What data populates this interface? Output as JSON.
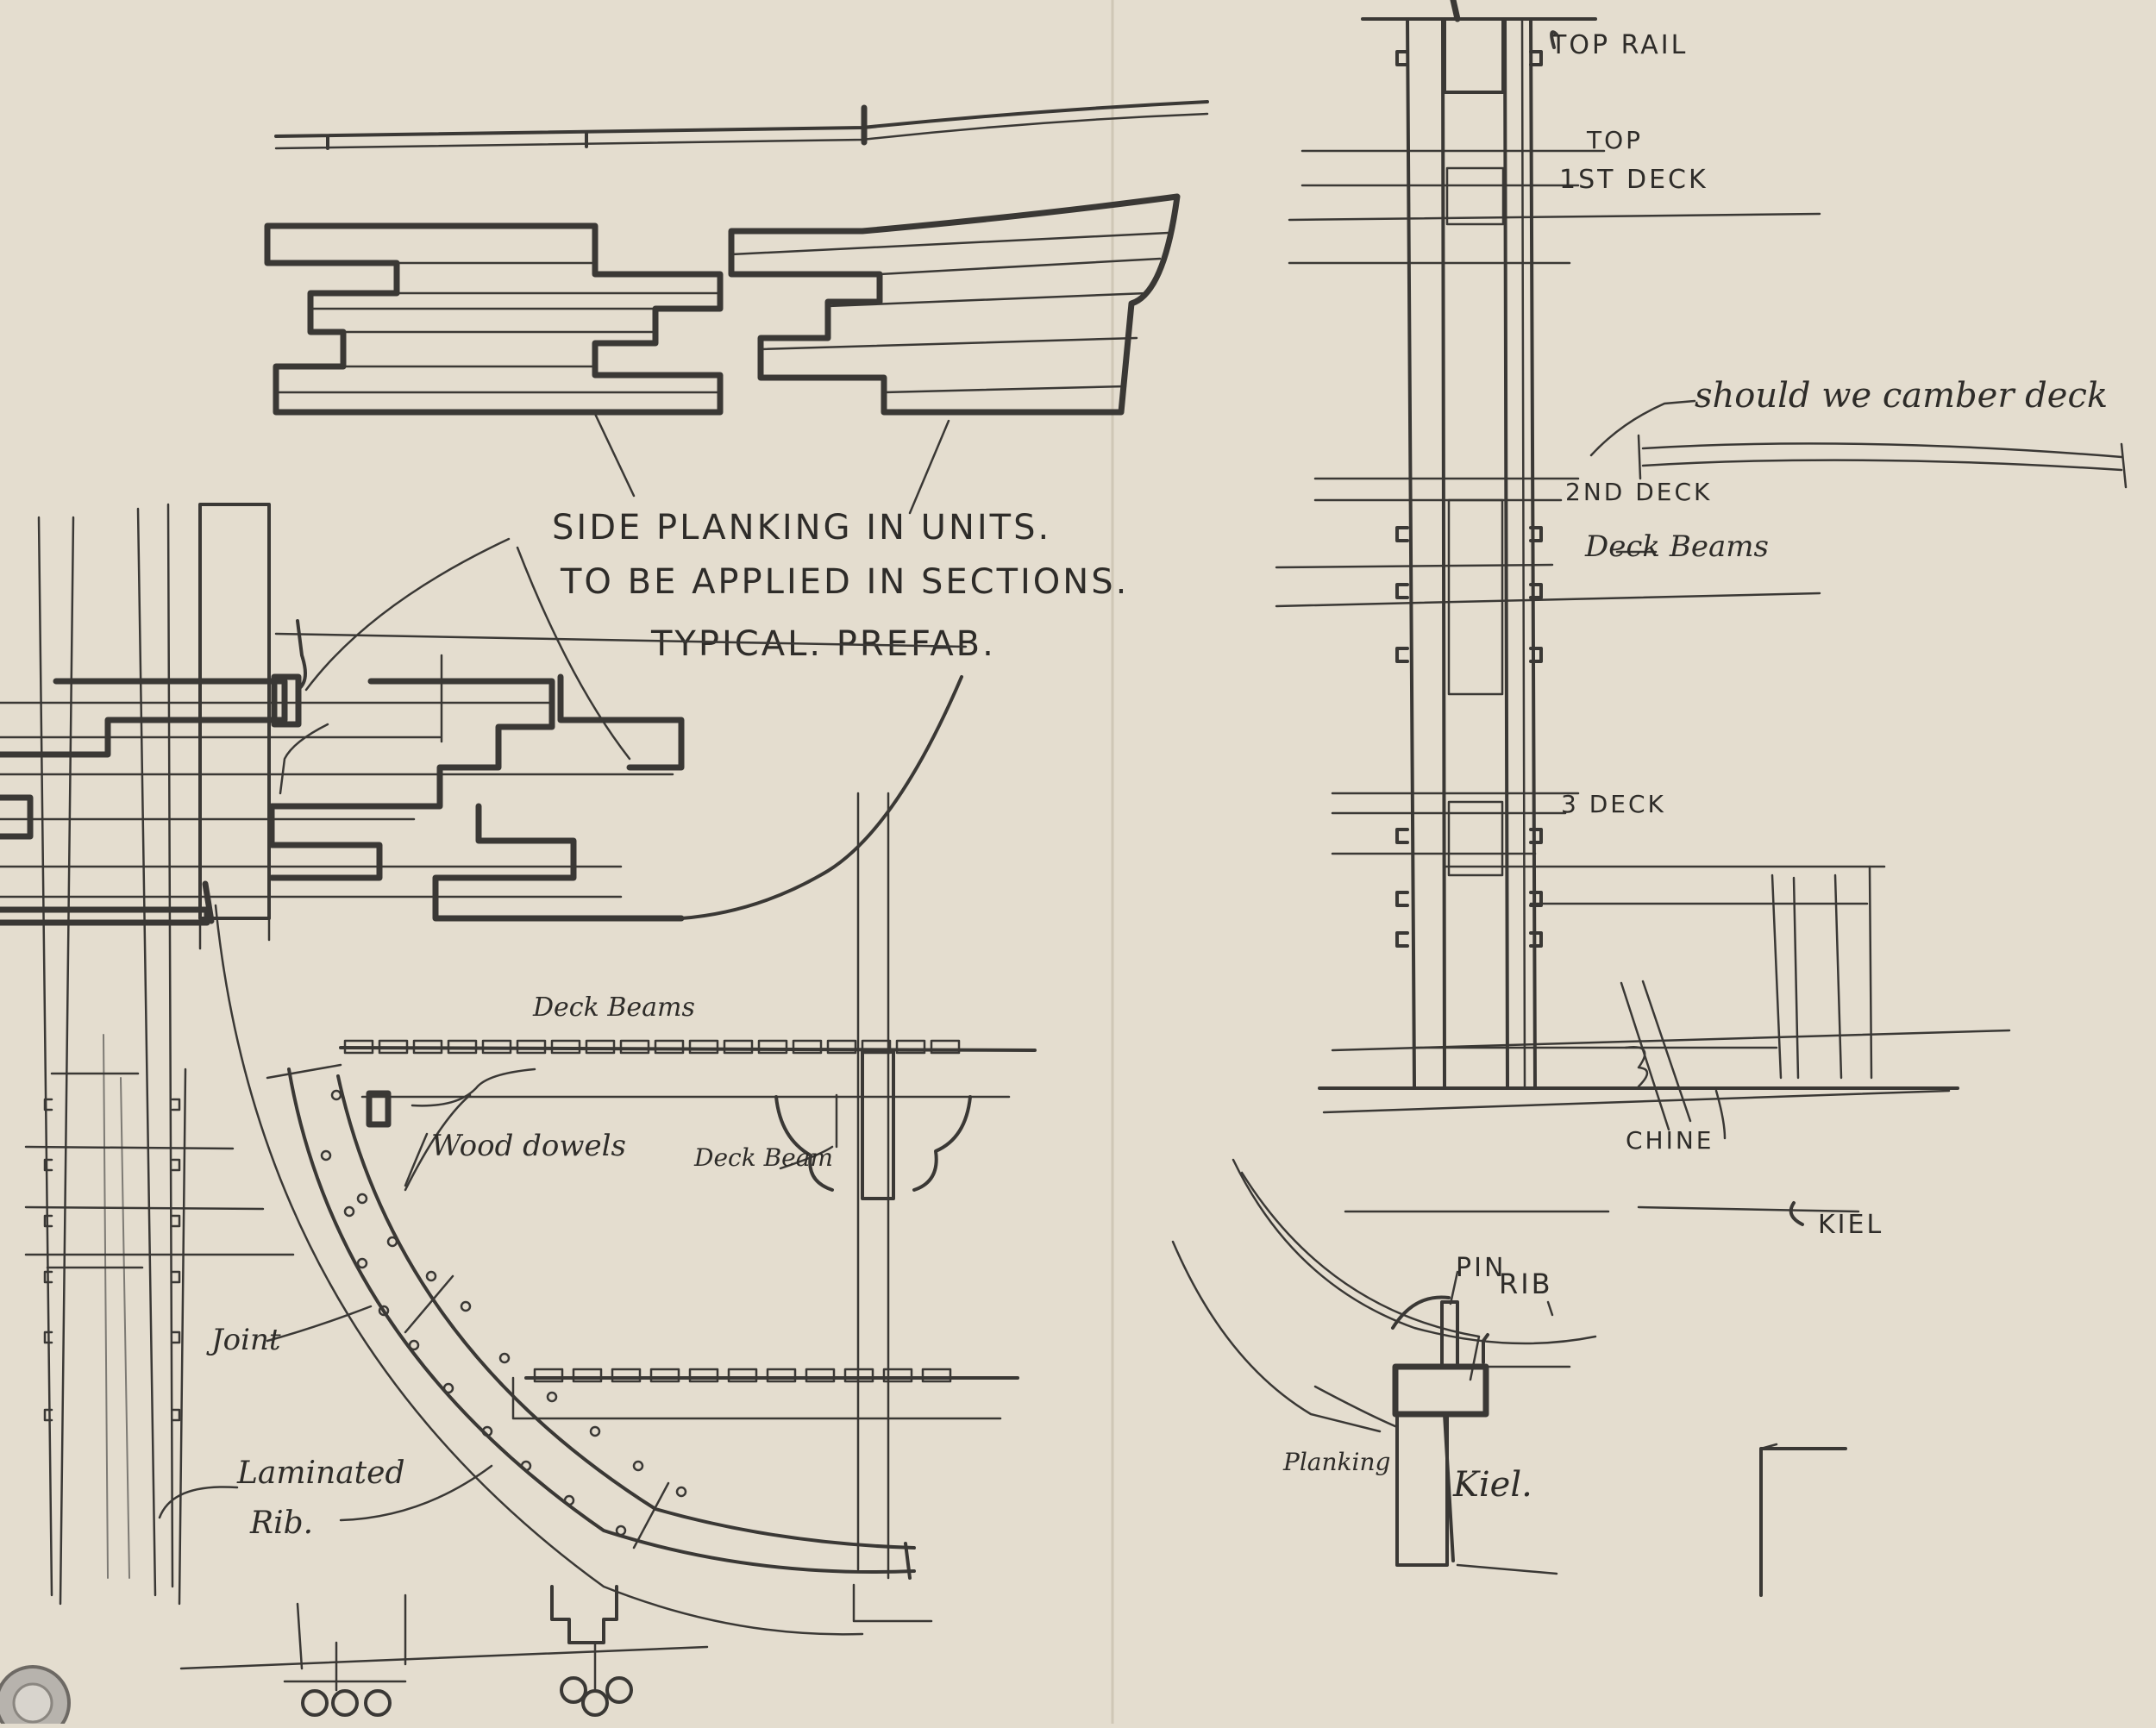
{
  "labels": {
    "top_rail": "TOP RAIL",
    "top": "TOP",
    "first_deck": "1ST DECK",
    "camber_note": "should we camber deck",
    "second_deck": "2ND DECK",
    "deck_beams_right": "Deck Beams",
    "third_deck": "3 DECK",
    "chine": "CHINE",
    "kiel_right": "KIEL",
    "pin": "PIN",
    "rib": "RIB",
    "planking": "Planking",
    "kiel_section": "Kiel.",
    "side_note": [
      "SIDE PLANKING IN UNITS.",
      "TO BE APPLIED IN SECTIONS.",
      "TYPICAL. PREFAB."
    ],
    "deck_beams_left": "Deck Beams",
    "wood_dowels": "Wood dowels",
    "deck_beam_small": "Deck Beam",
    "joint": "Joint",
    "laminated_rib": [
      "Laminated",
      "Rib."
    ]
  },
  "colors": {
    "paper": "#e4ddcf",
    "graphite": "#3a3835",
    "faint": "#7d7a74"
  }
}
